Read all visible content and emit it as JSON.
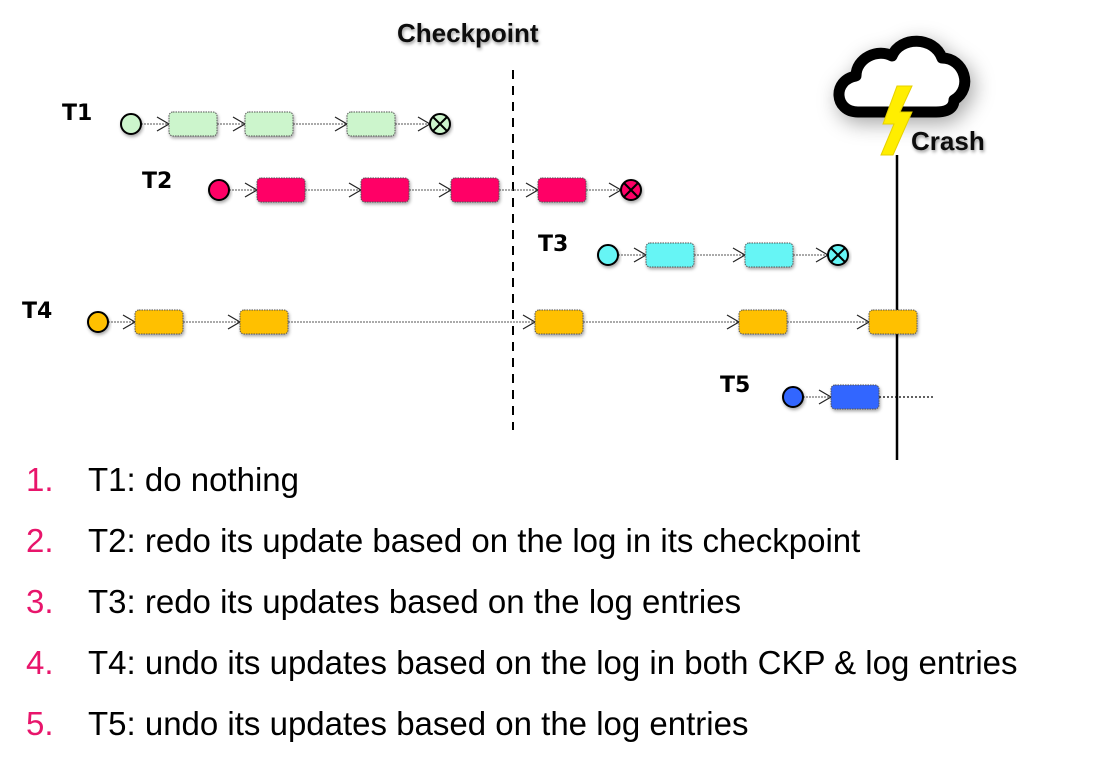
{
  "checkpoint": {
    "label": "Checkpoint"
  },
  "crash": {
    "label": "Crash",
    "icon": "cloud-lightning-icon"
  },
  "transactions": [
    {
      "id": "T1",
      "label": "T1",
      "color": "#ccf5cc",
      "updates": 3,
      "status": "committed-before-checkpoint"
    },
    {
      "id": "T2",
      "label": "T2",
      "color": "#ff0066",
      "updates": 4,
      "status": "committed-after-checkpoint"
    },
    {
      "id": "T3",
      "label": "T3",
      "color": "#66f5f5",
      "updates": 2,
      "status": "committed-after-checkpoint"
    },
    {
      "id": "T4",
      "label": "T4",
      "color": "#ffc000",
      "updates": 5,
      "status": "uncommitted-at-crash"
    },
    {
      "id": "T5",
      "label": "T5",
      "color": "#3366ff",
      "updates": 1,
      "status": "uncommitted-at-crash"
    }
  ],
  "actions": [
    {
      "num": "1.",
      "text": "T1: do nothing"
    },
    {
      "num": "2.",
      "text": "T2: redo its update based on the log in its checkpoint"
    },
    {
      "num": "3.",
      "text": "T3: redo its updates based on the log entries"
    },
    {
      "num": "4.",
      "text": "T4: undo its updates based on the log in both CKP & log entries"
    },
    {
      "num": "5.",
      "text": "T5: undo its updates based on the log entries"
    }
  ],
  "colors": {
    "number_accent": "#e8156b",
    "lightning": "#ffee00"
  }
}
